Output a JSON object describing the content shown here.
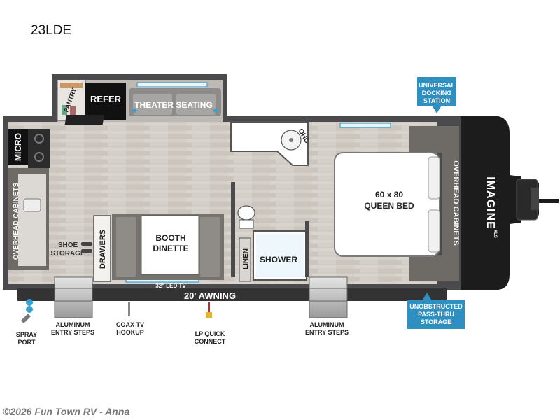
{
  "model": "23LDE",
  "copyright": "©2026 Fun Town RV - Anna",
  "rooms": {
    "refer": "REFER",
    "pantry": "PANTRY",
    "theater_seating": "THEATER SEATING",
    "micro": "MICRO",
    "ohc": "OHC",
    "overhead_cabinets_left": "OVERHEAD CABINETS",
    "overhead_cabinets_right": "OVERHEAD CABINETS",
    "bed_size": "60 x 80",
    "bed_name": "QUEEN BED",
    "booth_line1": "BOOTH",
    "booth_line2": "DINETTE",
    "drawers": "DRAWERS",
    "shoe_line1": "SHOE",
    "shoe_line2": "STORAGE",
    "linen": "LINEN",
    "shower": "SHOWER",
    "led_tv": "32\" LED TV",
    "awning": "20' AWNING",
    "brand": "IMAGINE",
    "brand_sub": "XLS"
  },
  "callouts": {
    "docking": [
      "UNIVERSAL",
      "DOCKING",
      "STATION"
    ],
    "storage": [
      "UNOBSTRUCTED",
      "PASS-THRU",
      "STORAGE"
    ],
    "spray": [
      "SPRAY",
      "PORT"
    ],
    "steps_left": [
      "ALUMINUM",
      "ENTRY STEPS"
    ],
    "coax": [
      "COAX TV",
      "HOOKUP"
    ],
    "lp": [
      "LP QUICK",
      "CONNECT"
    ],
    "steps_right": [
      "ALUMINUM",
      "ENTRY STEPS"
    ]
  },
  "colors": {
    "wall": "#4b4b4d",
    "floor": "#cfc9c2",
    "callout_blue": "#2f8fc0",
    "cabinet": "#6e6a66",
    "front_cap": "#1c1c1c"
  }
}
